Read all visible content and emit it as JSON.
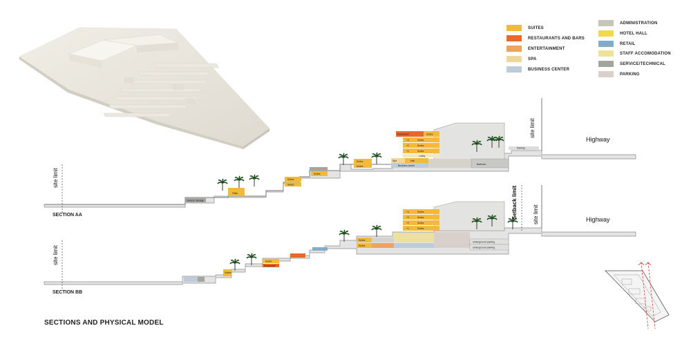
{
  "title": "SECTIONS AND PHYSICAL MODEL",
  "legend": {
    "left": [
      {
        "label": "SUITES",
        "color": "#f2b93b"
      },
      {
        "label": "RESTAURANTS AND BARS",
        "color": "#e8672a"
      },
      {
        "label": "ENTERTAINMENT",
        "color": "#f0a35a"
      },
      {
        "label": "SPA",
        "color": "#f1d79c"
      },
      {
        "label": "BUSINESS CENTER",
        "color": "#bcccd8"
      }
    ],
    "right": [
      {
        "label": "ADMINISTRATION",
        "color": "#c7c4b8"
      },
      {
        "label": "HOTEL HALL",
        "color": "#f5d84a"
      },
      {
        "label": "RETAIL",
        "color": "#84acc9"
      },
      {
        "label": "STAFF ACCOMODATION",
        "color": "#ece29b"
      },
      {
        "label": "SERVICE/TECHNICAL",
        "color": "#a4a4a0"
      },
      {
        "label": "PARKING",
        "color": "#d9cfcb"
      }
    ]
  },
  "sections": {
    "aa": {
      "label": "SECTION AA",
      "site_limit_left": "site limit",
      "site_limit_right": "site limit",
      "highway": "Highway",
      "rooms": {
        "restaurant": "Restaurant",
        "suites_top": "Suites",
        "floor_3": "+3",
        "floor_2": "+2",
        "floor_1": "+1",
        "suites_3": "Suites",
        "suites_2": "Suites",
        "suites_1": "Suites",
        "lobby": "Lobby",
        "spa": "Spa",
        "hall": "Hall",
        "business": "Business center",
        "ballroom": "Ballroom",
        "parking": "Parking",
        "suites_a": "Suites",
        "suites_b": "Suites",
        "suites_c": "Suites",
        "suites_d": "Suites",
        "suites_e": "Suites",
        "villas": "Villas",
        "storage": "Outdoor Storage"
      }
    },
    "bb": {
      "label": "SECTION BB",
      "site_limit_left": "site limit",
      "site_limit_right": "site limit",
      "setback": "Setback limit",
      "highway": "Highway",
      "rooms": {
        "floor_4": "+4",
        "floor_3": "+3",
        "floor_2": "+2",
        "floor_1": "+1",
        "suites_4": "Suites",
        "suites_3": "Suites",
        "suites_2": "Suites",
        "suites_1": "Suites",
        "parking_1": "Underground parking",
        "parking_2": "Underground parking",
        "suites_a": "Suites",
        "suites_b": "Suites",
        "suites_c": "Suites",
        "suites_d": "Suites",
        "restaurant": "Restaurant"
      }
    }
  },
  "model_caption": ""
}
